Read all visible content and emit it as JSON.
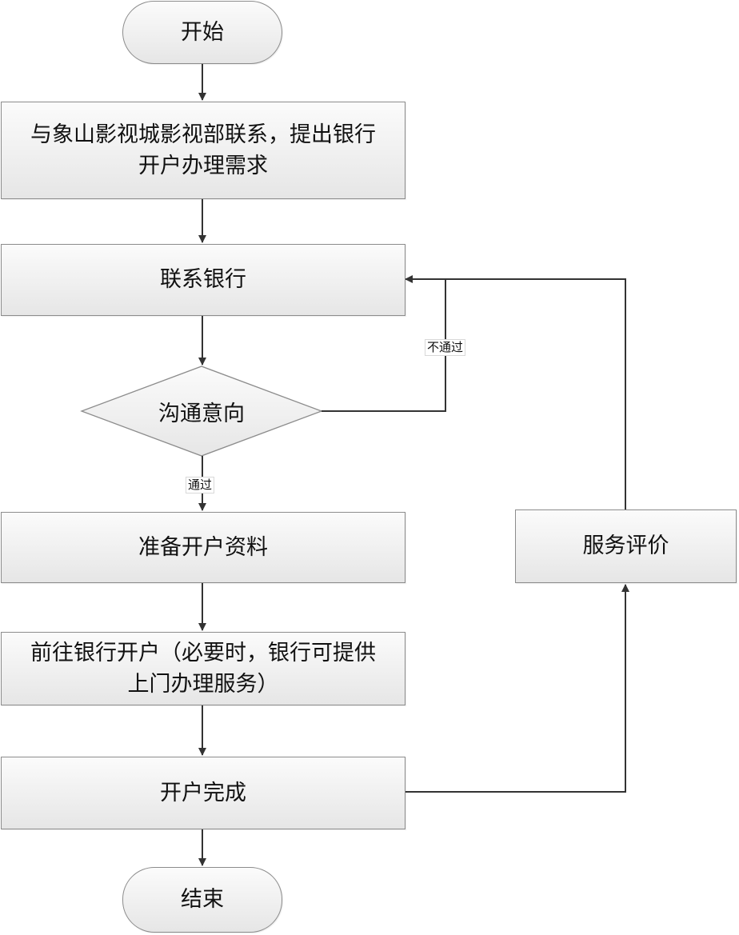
{
  "nodes": {
    "start": {
      "label": "开始"
    },
    "contact_studio": {
      "line1": "与象山影视城影视部联系，提出银行",
      "line2": "开户办理需求"
    },
    "contact_bank": {
      "label": "联系银行"
    },
    "communicate": {
      "label": "沟通意向"
    },
    "prepare_docs": {
      "label": "准备开户资料"
    },
    "go_bank": {
      "line1": "前往银行开户（必要时，银行可提供",
      "line2": "上门办理服务）"
    },
    "account_done": {
      "label": "开户完成"
    },
    "service_eval": {
      "label": "服务评价"
    },
    "end": {
      "label": "结束"
    }
  },
  "edge_labels": {
    "fail": "不通过",
    "pass": "通过"
  },
  "colors": {
    "line": "#333333",
    "node_border": "#8c8c8c",
    "node_fill_top": "#fbfbfb",
    "node_fill_bottom": "#e6e6e6"
  }
}
